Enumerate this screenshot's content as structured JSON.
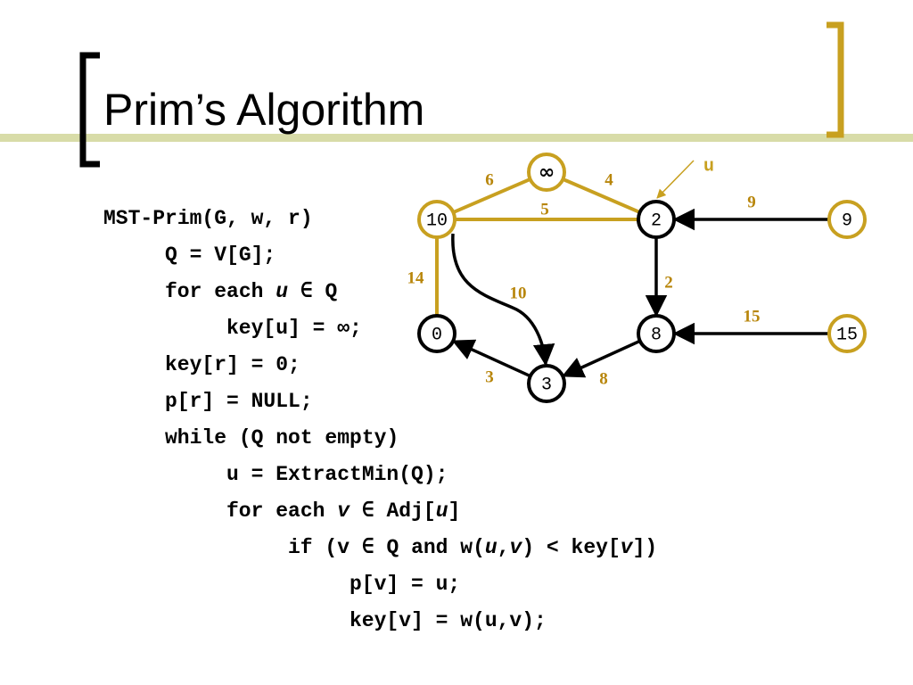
{
  "title": "Prim’s Algorithm",
  "colors": {
    "accent": "#c8a020",
    "accent_light": "#d8dca8",
    "black": "#000000"
  },
  "code": [
    {
      "indent": 0,
      "parts": [
        {
          "t": "MST-Prim(G, w, r)"
        }
      ]
    },
    {
      "indent": 1,
      "parts": [
        {
          "t": "Q = V[G];"
        }
      ]
    },
    {
      "indent": 1,
      "parts": [
        {
          "t": "for each "
        },
        {
          "t": "u",
          "i": true
        },
        {
          "t": " ∈ Q"
        }
      ]
    },
    {
      "indent": 2,
      "parts": [
        {
          "t": "key[u] = ∞;"
        }
      ]
    },
    {
      "indent": 1,
      "parts": [
        {
          "t": "key[r] = 0;"
        }
      ]
    },
    {
      "indent": 1,
      "parts": [
        {
          "t": "p[r] = NULL;"
        }
      ]
    },
    {
      "indent": 1,
      "parts": [
        {
          "t": "while (Q not empty)"
        }
      ]
    },
    {
      "indent": 2,
      "parts": [
        {
          "t": "u = ExtractMin(Q);"
        }
      ]
    },
    {
      "indent": 2,
      "parts": [
        {
          "t": "for each "
        },
        {
          "t": "v",
          "i": true
        },
        {
          "t": " ∈ Adj["
        },
        {
          "t": "u",
          "i": true
        },
        {
          "t": "]"
        }
      ]
    },
    {
      "indent": 3,
      "parts": [
        {
          "t": "if (v ∈ Q and w("
        },
        {
          "t": "u",
          "i": true
        },
        {
          "t": ","
        },
        {
          "t": "v",
          "i": true
        },
        {
          "t": ") < key["
        },
        {
          "t": "v",
          "i": true
        },
        {
          "t": "])"
        }
      ]
    },
    {
      "indent": 4,
      "parts": [
        {
          "t": "p[v] = u;"
        }
      ]
    },
    {
      "indent": 4,
      "parts": [
        {
          "t": "key[v] = w(u,v);"
        }
      ]
    }
  ],
  "graph": {
    "nodes": [
      {
        "id": "n_inf",
        "label": "∞",
        "in_tree": true
      },
      {
        "id": "n10",
        "label": "10",
        "in_tree": true
      },
      {
        "id": "n2",
        "label": "2",
        "in_tree": false
      },
      {
        "id": "n9",
        "label": "9",
        "in_tree": true
      },
      {
        "id": "n0",
        "label": "0",
        "in_tree": false
      },
      {
        "id": "n8",
        "label": "8",
        "in_tree": false
      },
      {
        "id": "n15",
        "label": "15",
        "in_tree": true
      },
      {
        "id": "n3",
        "label": "3",
        "in_tree": false
      }
    ],
    "edges": [
      {
        "from": "n10",
        "to": "n_inf",
        "weight": "6",
        "style": "tree"
      },
      {
        "from": "n_inf",
        "to": "n2",
        "weight": "4",
        "style": "tree"
      },
      {
        "from": "n10",
        "to": "n2",
        "weight": "5",
        "style": "tree"
      },
      {
        "from": "n10",
        "to": "n0",
        "weight": "14",
        "style": "tree"
      },
      {
        "from": "n9",
        "to": "n2",
        "weight": "9",
        "style": "arrow"
      },
      {
        "from": "n2",
        "to": "n8",
        "weight": "2",
        "style": "arrow"
      },
      {
        "from": "n15",
        "to": "n8",
        "weight": "15",
        "style": "arrow"
      },
      {
        "from": "n10",
        "to": "n3",
        "weight": "10",
        "style": "arrow"
      },
      {
        "from": "n3",
        "to": "n0",
        "weight": "3",
        "style": "arrow"
      },
      {
        "from": "n8",
        "to": "n3",
        "weight": "8",
        "style": "arrow"
      }
    ],
    "u_pointer": {
      "label": "u",
      "target": "n2"
    }
  }
}
